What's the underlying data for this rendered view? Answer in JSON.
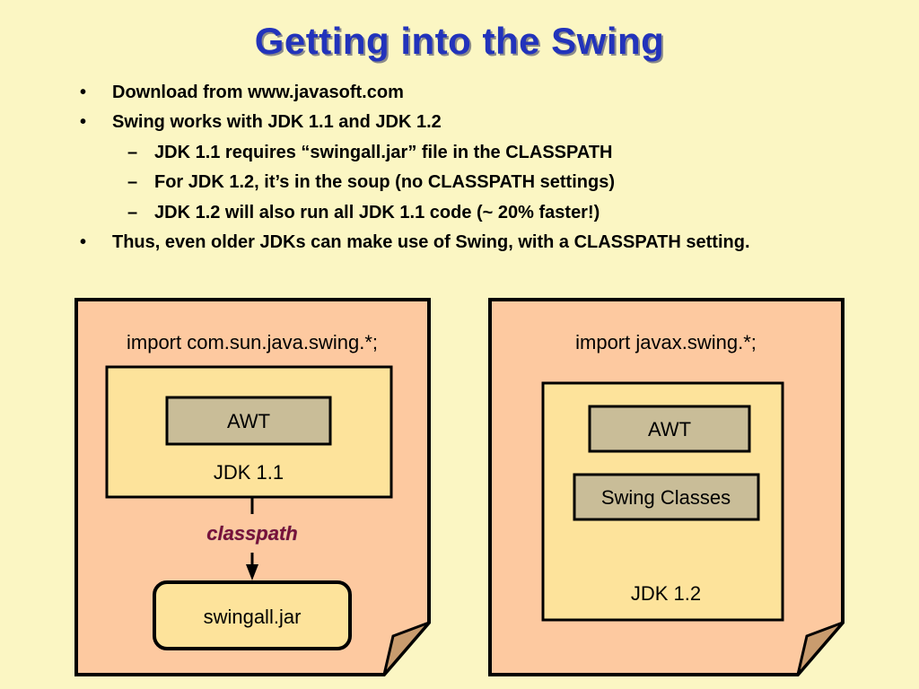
{
  "slide": {
    "title": "Getting into the Swing",
    "bullets": [
      {
        "level": 1,
        "marker": "•",
        "text": "Download from www.javasoft.com"
      },
      {
        "level": 1,
        "marker": "•",
        "text": "Swing works with JDK 1.1 and JDK 1.2"
      },
      {
        "level": 2,
        "marker": "–",
        "text": "JDK 1.1 requires “swingall.jar” file in the CLASSPATH"
      },
      {
        "level": 2,
        "marker": "–",
        "text": "For JDK 1.2, it’s in the soup (no CLASSPATH settings)"
      },
      {
        "level": 2,
        "marker": "–",
        "text": "JDK 1.2 will also run all JDK 1.1 code (~ 20% faster!)"
      },
      {
        "level": 1,
        "marker": "•",
        "text": "Thus, even older JDKs can make use of Swing, with a CLASSPATH setting."
      }
    ]
  },
  "left_panel": {
    "import_text": "import com.sun.java.swing.*;",
    "awt_label": "AWT",
    "jdk_label": "JDK 1.1",
    "arrow_label": "classpath",
    "jar_label": "swingall.jar"
  },
  "right_panel": {
    "import_text": "import javax.swing.*;",
    "awt_label": "AWT",
    "swing_label": "Swing Classes",
    "jdk_label": "JDK 1.2"
  },
  "colors": {
    "background": "#fbf6c3",
    "title": "#2233bb",
    "document": "#fdc9a0",
    "inner_box": "#fde39b",
    "awt_box": "#c9bd98",
    "classpath_text": "#7a1038"
  }
}
